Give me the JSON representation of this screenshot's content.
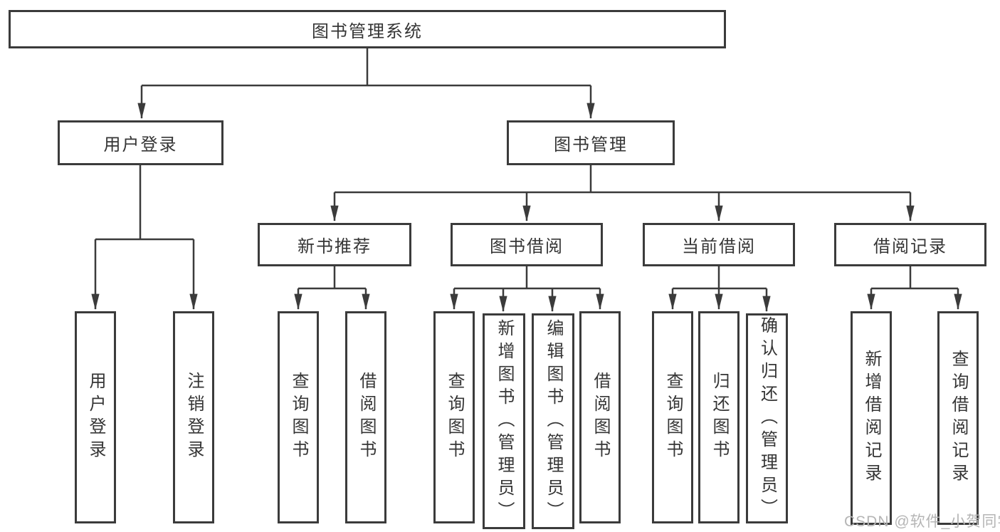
{
  "nodes": {
    "root": {
      "label": "图书管理系统"
    },
    "user_login": {
      "label": "用户登录"
    },
    "book_mgmt": {
      "label": "图书管理"
    },
    "new_books": {
      "label": "新书推荐"
    },
    "book_borrow": {
      "label": "图书借阅"
    },
    "current_borrow": {
      "label": "当前借阅"
    },
    "borrow_records": {
      "label": "借阅记录"
    },
    "leaves": {
      "user_login": "用户登录",
      "logout": "注销登录",
      "nb_query": "查询图书",
      "nb_borrow": "借阅图书",
      "bb_query": "查询图书",
      "bb_add": "新增图书（管理员）",
      "bb_edit": "编辑图书（管理员）",
      "bb_borrow": "借阅图书",
      "cb_query": "查询图书",
      "cb_return": "归还图书",
      "cb_confirm": "确认归还（管理员）",
      "br_add": "新增借阅记录",
      "br_query": "查询借阅记录"
    }
  },
  "watermark": {
    "text": "CSDN @软件_小贺同学"
  },
  "colors": {
    "line": "#3b3b3b",
    "text": "#353535",
    "watermark": "#b5b5b5",
    "background": "#ffffff"
  }
}
